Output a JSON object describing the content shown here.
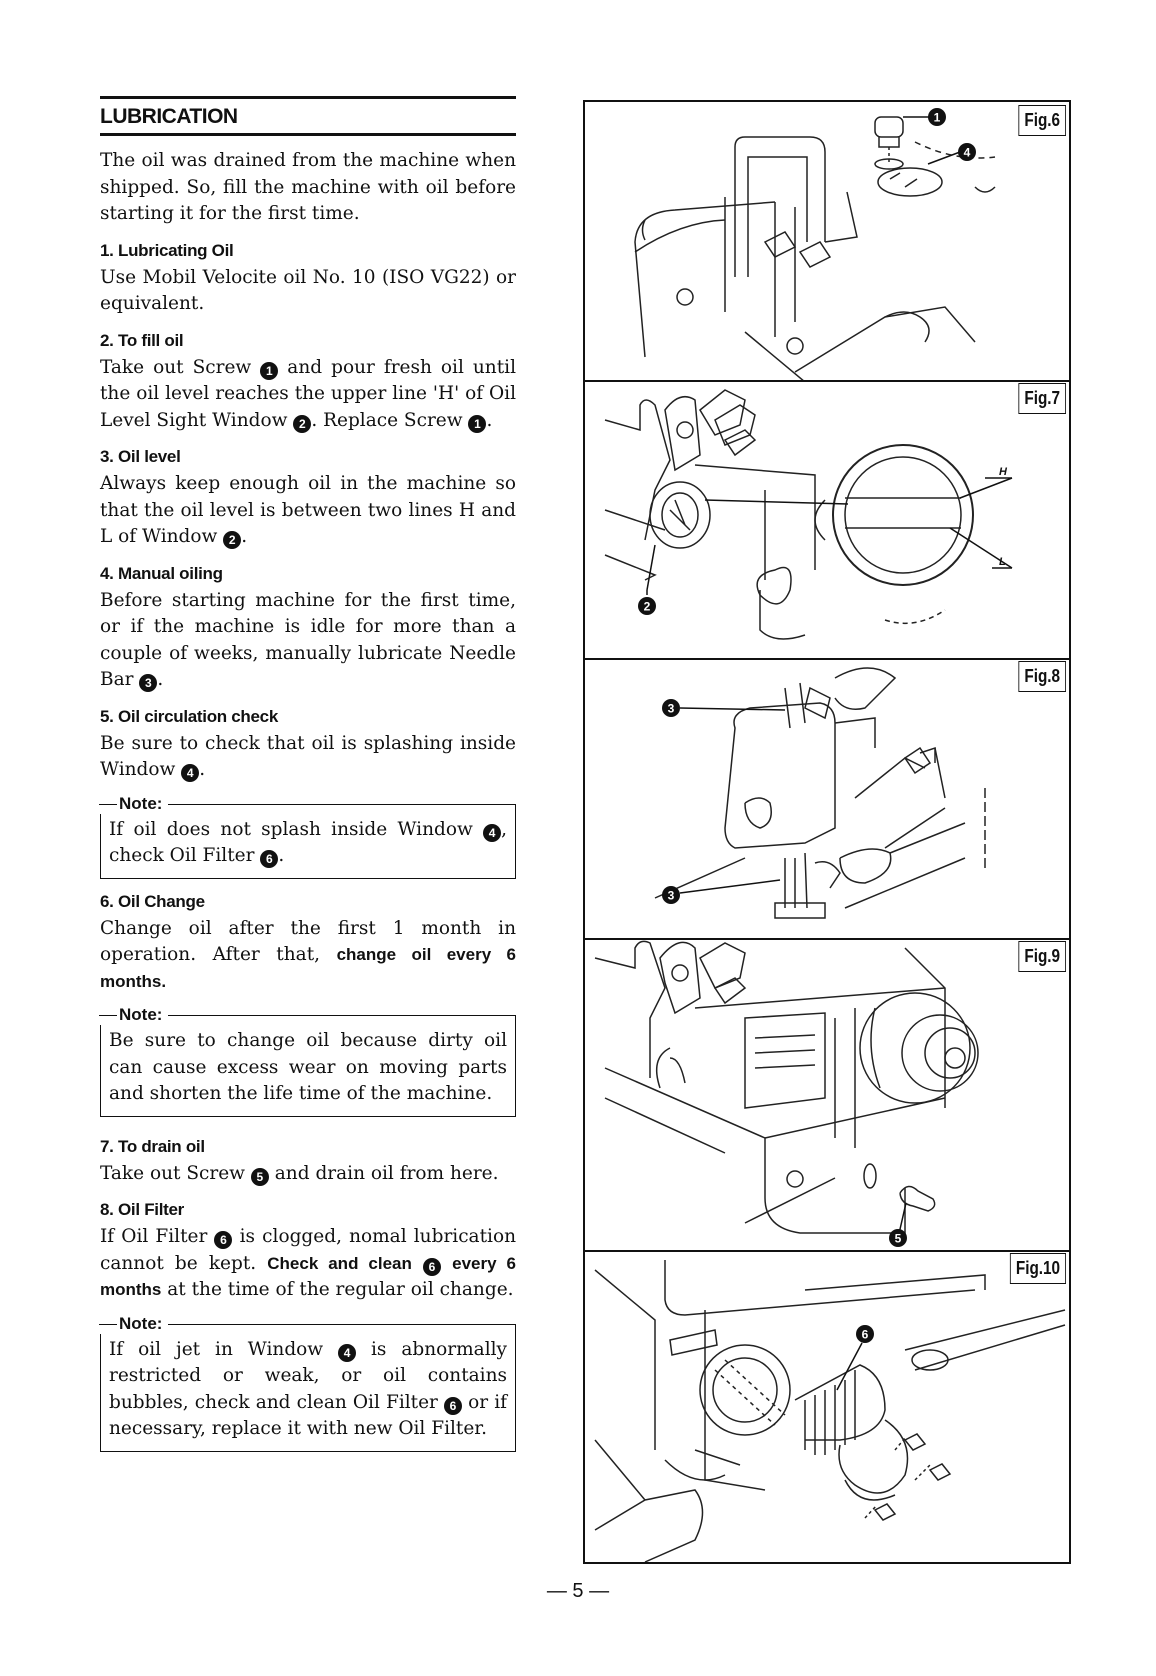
{
  "section_title": "LUBRICATION",
  "intro": "The oil was drained from the machine when shipped.  So, fill the machine with oil before starting it for the first time.",
  "s1": {
    "title": "1. Lubricating Oil",
    "text": "Use Mobil Velocite oil No. 10 (ISO VG22) or equivalent."
  },
  "s2": {
    "title": "2. To fill oil",
    "t1": "Take out Screw ",
    "t2": " and pour fresh oil until the oil level reaches the upper line 'H' of Oil Level Sight Window ",
    "t3": ".  Replace Screw ",
    "t4": "."
  },
  "s3": {
    "title": "3. Oil level",
    "t1": "Always keep enough oil in the machine so that the oil level is between two lines H and L of Window ",
    "t2": "."
  },
  "s4": {
    "title": "4. Manual oiling",
    "t1": "Before starting machine for the first time, or if the machine is idle for more than a couple of weeks, manually lubricate Needle Bar ",
    "t2": "."
  },
  "s5": {
    "title": "5. Oil circulation check",
    "t1": "Be sure to check that oil is splashing inside Window ",
    "t2": "."
  },
  "note1": {
    "label": "Note:",
    "t1": "If oil does not splash inside Window ",
    "t2": ", check Oil Filter ",
    "t3": "."
  },
  "s6": {
    "title": "6. Oil Change",
    "t1": "Change oil after the first 1 month in operation. After that, ",
    "bold": "change oil every 6 months."
  },
  "note2": {
    "label": "Note:",
    "text": "Be sure to change oil because dirty oil can cause excess wear on moving parts and shorten the life time of the machine."
  },
  "s7": {
    "title": "7. To drain oil",
    "t1": "Take out Screw ",
    "t2": " and drain oil from here."
  },
  "s8": {
    "title": "8. Oil Filter",
    "t1": "If Oil Filter ",
    "t2": " is clogged, nomal lubrication cannot be kept.  ",
    "bold1": "Check and clean",
    "bold2": "every 6 months",
    "t3": " at the time of the regular oil change."
  },
  "note3": {
    "label": "Note:",
    "t1": "If oil jet in Window ",
    "t2": " is abnormally restricted or weak, or oil contains bubbles, check and clean Oil Filter ",
    "t3": " or if necessary, replace it with new Oil Filter."
  },
  "markers": {
    "n1": "1",
    "n2": "2",
    "n3": "3",
    "n4": "4",
    "n5": "5",
    "n6": "6"
  },
  "figures": {
    "fig6": "Fig.6",
    "fig7": "Fig.7",
    "fig8": "Fig.8",
    "fig9": "Fig.9",
    "fig10": "Fig.10",
    "h_label": "H",
    "l_label": "L"
  },
  "page_number": "— 5 —"
}
